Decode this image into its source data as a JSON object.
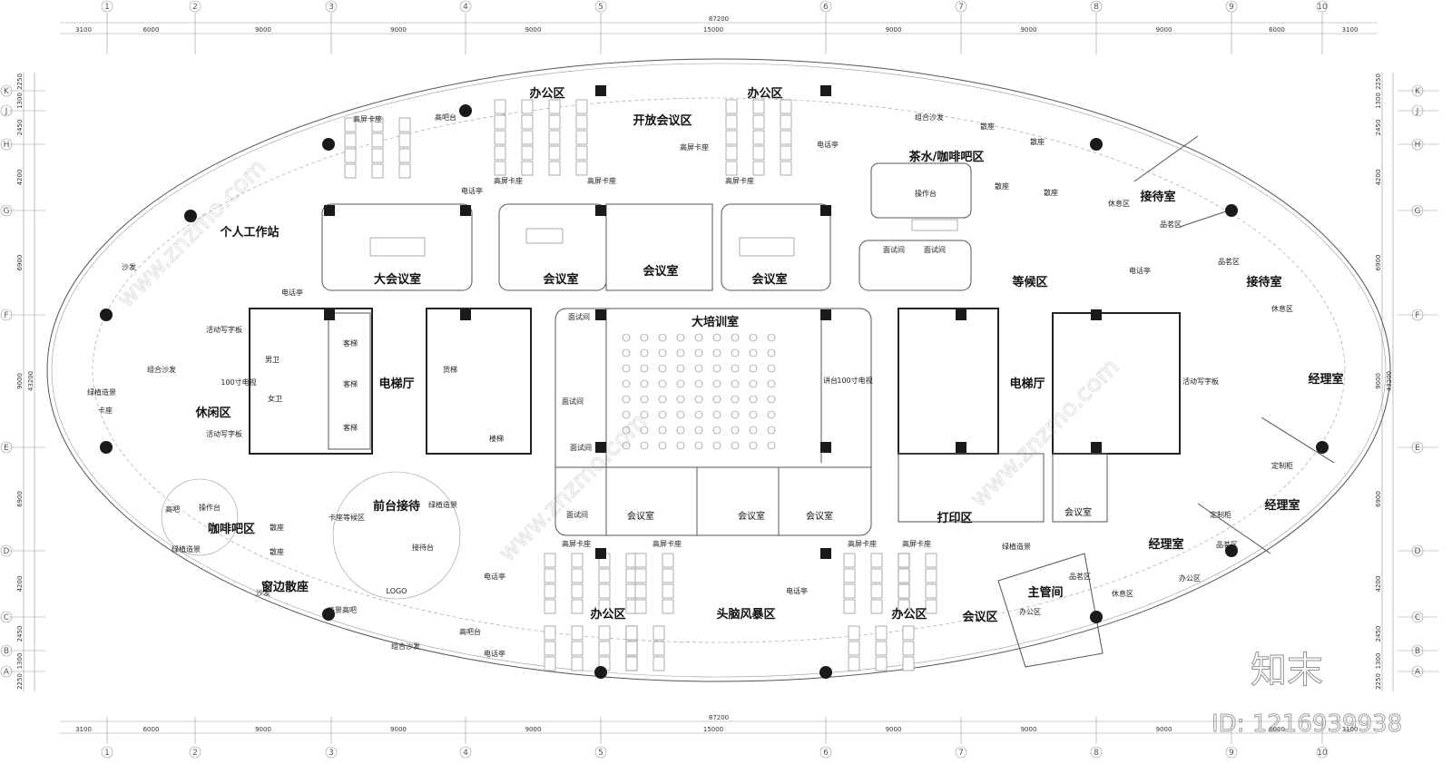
{
  "dimensions": {
    "total_width": "87200",
    "column_spacings": [
      "3100",
      "6000",
      "9000",
      "9000",
      "9000",
      "15000",
      "9000",
      "9000",
      "9000",
      "6000",
      "3100"
    ],
    "total_height": "43200",
    "row_spacings": [
      "2250",
      "1300",
      "2450",
      "4200",
      "6900",
      "9000",
      "6900",
      "4200",
      "2450",
      "1300",
      "2250"
    ]
  },
  "axes": {
    "columns": [
      "1",
      "2",
      "3",
      "4",
      "5",
      "6",
      "7",
      "8",
      "9",
      "10"
    ],
    "rows": [
      "K",
      "J",
      "H",
      "G",
      "F",
      "E",
      "D",
      "C",
      "B",
      "A"
    ]
  },
  "rooms": [
    "办公区",
    "开放会议区",
    "办公区",
    "茶水/咖啡吧区",
    "接待室",
    "个人工作站",
    "大会议室",
    "会议室",
    "会议室",
    "会议室",
    "等候区",
    "接待室",
    "大培训室",
    "电梯厅",
    "电梯厅",
    "经理室",
    "休闲区",
    "咖啡吧区",
    "前台接待",
    "打印区",
    "经理室",
    "经理室",
    "主管间",
    "办公区",
    "头脑风暴区",
    "办公区",
    "会议区",
    "窗边散座",
    "会议室",
    "会议室",
    "会议室",
    "会议室"
  ],
  "small_labels": [
    "面试间",
    "面试间",
    "面试间",
    "面试间",
    "面试间",
    "面试间",
    "男卫",
    "女卫",
    "客梯",
    "客梯",
    "客梯",
    "货梯",
    "楼梯",
    "讲台",
    "100寸电视",
    "沙发",
    "组合沙发",
    "绿植造景",
    "卡座",
    "操作台",
    "高吧",
    "绿植造景",
    "散座",
    "散座",
    "沙发",
    "卡座等候区",
    "接待台",
    "LOGO",
    "绿植造景",
    "高吧台",
    "电话亭",
    "组合沙发",
    "电话亭",
    "电话亭",
    "电话亭",
    "电话亭",
    "电话亭",
    "操作台",
    "散座",
    "散座",
    "散座",
    "散座",
    "组合沙发",
    "高吧台",
    "品茗区",
    "品茗区",
    "品茗区",
    "品茗区",
    "休息区",
    "休息区",
    "休息区",
    "定制柜",
    "定制柜",
    "办公区",
    "办公区",
    "活动写字板",
    "活动写字板",
    "活动写字板",
    "100寸电视",
    "绿植造景",
    "高景高吧",
    "高屏卡座",
    "高屏卡座",
    "高屏卡座",
    "高屏卡座",
    "高屏卡座",
    "高屏卡座",
    "高屏卡座",
    "高屏卡座",
    "高屏卡座",
    "电话亭"
  ],
  "watermark": {
    "logo": "知末",
    "id": "ID: 1216939938",
    "site": "www.znzmo.com"
  }
}
